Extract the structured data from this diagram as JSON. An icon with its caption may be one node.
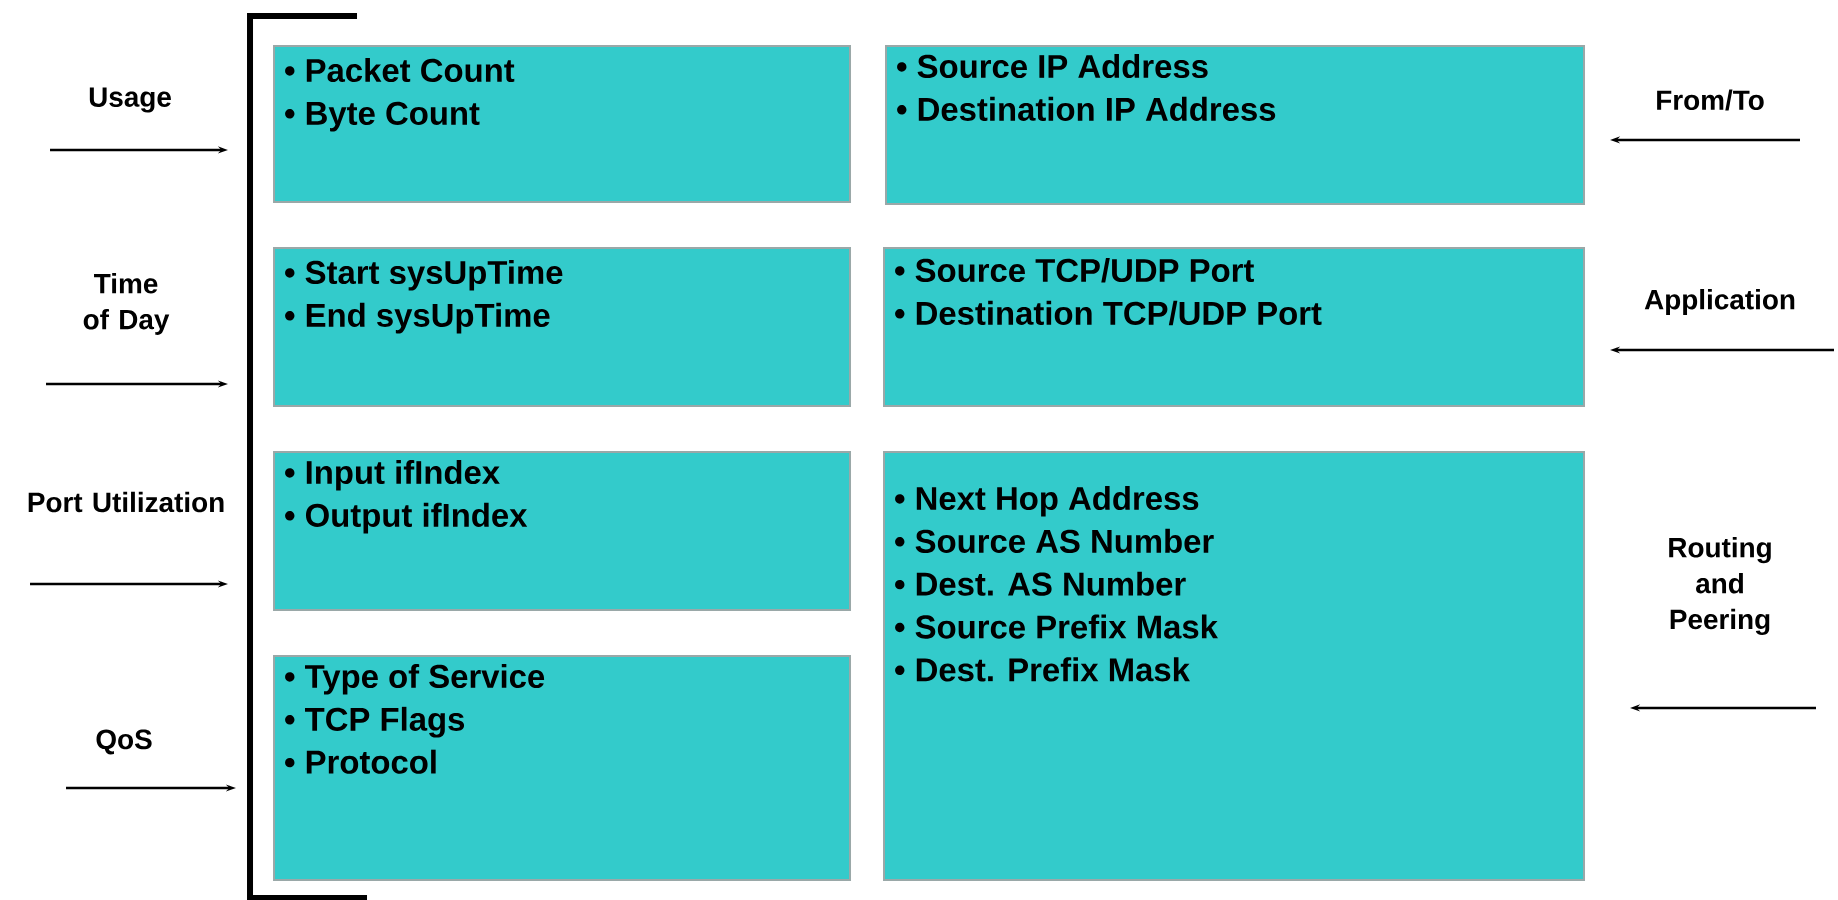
{
  "diagram": {
    "nodes": [
      {
        "text": [
          "• Packet Count",
          "• Byte Count"
        ]
      },
      {
        "text": [
          "• Start sysUpTime",
          "• End sysUpTime"
        ]
      },
      {
        "text": [
          "• Input ifIndex",
          "• Output ifIndex"
        ]
      },
      {
        "text": [
          "• Type of Service",
          "• TCP Flags",
          "• Protocol"
        ]
      },
      {
        "text": [
          "• Source IP Address",
          "• Destination IP Address"
        ]
      },
      {
        "text": [
          "• Source TCP/UDP Port",
          "• Destination TCP/UDP Port"
        ]
      },
      {
        "text": [
          "• Next Hop Address",
          "• Source AS Number",
          "• Dest. AS Number",
          "• Source Prefix Mask",
          "• Dest. Prefix Mask"
        ]
      }
    ],
    "edges": [
      {
        "from": null,
        "to": 0,
        "arrow": "to",
        "label": "Usage"
      },
      {
        "from": null,
        "to": 1,
        "arrow": "to",
        "label": "Time of Day"
      },
      {
        "from": null,
        "to": 2,
        "arrow": "to",
        "label": "Port Utilization"
      },
      {
        "from": null,
        "to": 3,
        "arrow": "to",
        "label": "QoS"
      },
      {
        "from": null,
        "to": 4,
        "arrow": "to",
        "label": "From/To"
      },
      {
        "from": null,
        "to": 5,
        "arrow": "to",
        "label": "Application"
      },
      {
        "from": null,
        "to": 6,
        "arrow": "to",
        "label": "Routing and Peering"
      }
    ]
  }
}
